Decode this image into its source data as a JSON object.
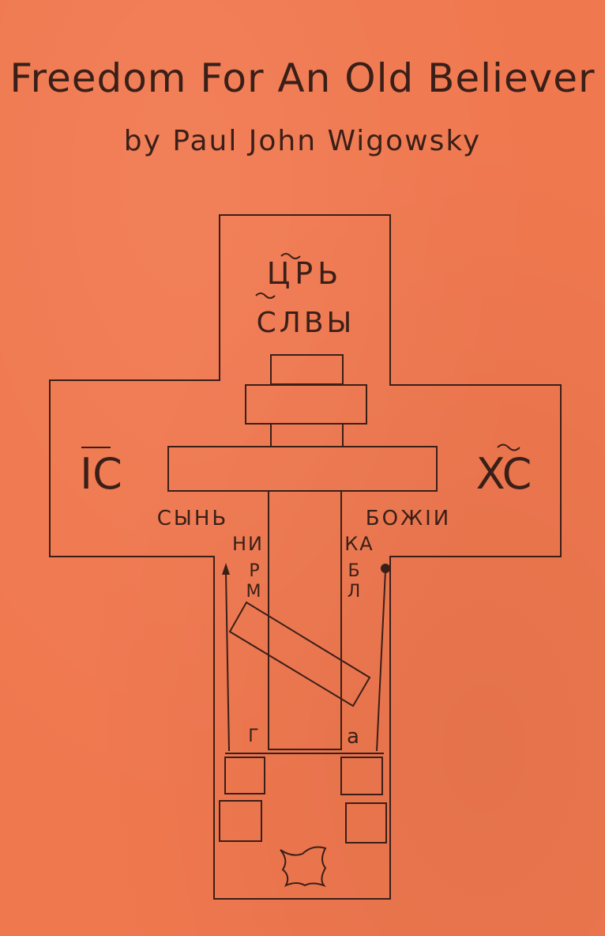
{
  "cover": {
    "title": "Freedom For An Old Believer",
    "author_line": "by Paul John Wigowsky",
    "background_color": "#f0784f",
    "ink_color": "#3a1f18"
  },
  "cross": {
    "top_line_1": "ЦРЬ",
    "top_line_2": "СЛВЫ",
    "left_monogram": "IC",
    "right_monogram": "XC",
    "left_phrase": "СЫНЬ",
    "right_phrase": "БОЖІИ",
    "nika_left": "НИ",
    "nika_right": "КА",
    "mlr_1": "Р",
    "mlr_2": "М",
    "bl_1": "Б",
    "bl_2": "Л",
    "g_letter": "Г",
    "a_letter": "а"
  }
}
